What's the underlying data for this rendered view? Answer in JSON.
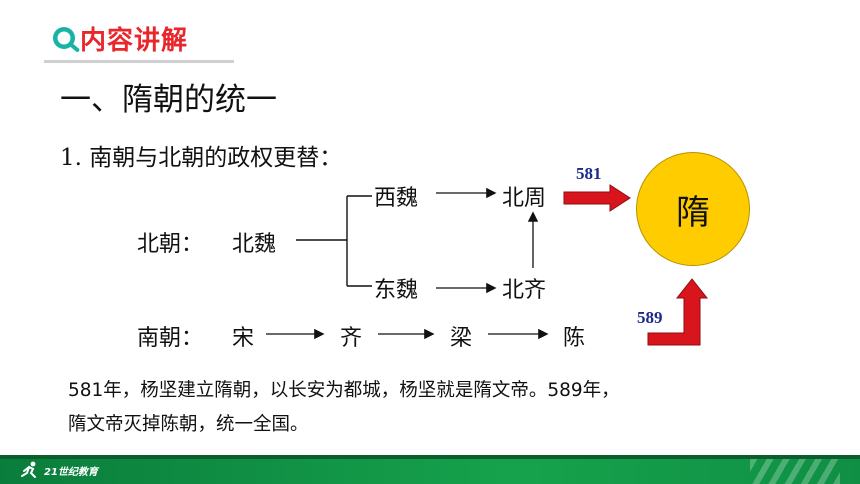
{
  "header": {
    "title": "内容讲解",
    "accent_color": "#e8262b"
  },
  "section_title": "一、隋朝的统一",
  "subsection_title": "1. 南朝与北朝的政权更替：",
  "diagram": {
    "northern_label": "北朝：",
    "southern_label": "南朝：",
    "nodes": {
      "northern_wei": "北魏",
      "western_wei": "西魏",
      "eastern_wei": "东魏",
      "northern_zhou": "北周",
      "northern_qi": "北齐",
      "song": "宋",
      "qi": "齐",
      "liang": "梁",
      "chen": "陈"
    },
    "year_top": "581",
    "year_bottom": "589",
    "target": "隋",
    "target_color": "#ffcc00",
    "arrow_color": "#d8141c"
  },
  "paragraph": {
    "line1": "581年，杨坚建立隋朝，以长安为都城，杨坚就是隋文帝。589年，",
    "line2": "隋文帝灭掉陈朝，统一全国。"
  },
  "footer": {
    "logo_text": "21世纪教育",
    "bar_color": "#16a24c"
  }
}
